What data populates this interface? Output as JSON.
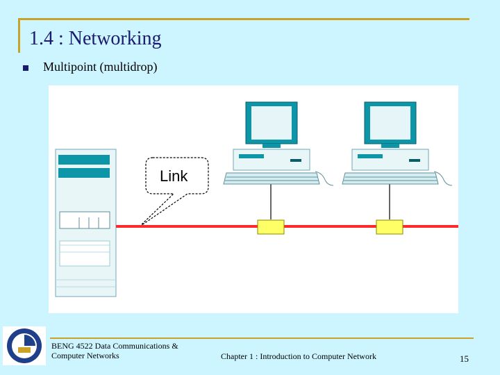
{
  "slide": {
    "title": "1.4 : Networking",
    "bullet": "Multipoint (multidrop)"
  },
  "diagram": {
    "link_label": "Link"
  },
  "footer": {
    "course_line1": "BENG 4522 Data Communications &",
    "course_line2": "Computer Networks",
    "chapter": "Chapter 1 : Introduction to Computer Network",
    "page": "15"
  },
  "colors": {
    "background": "#ccf5ff",
    "accent": "#c9a227",
    "link_line": "#ff2a2a",
    "connector": "#ffff66"
  }
}
